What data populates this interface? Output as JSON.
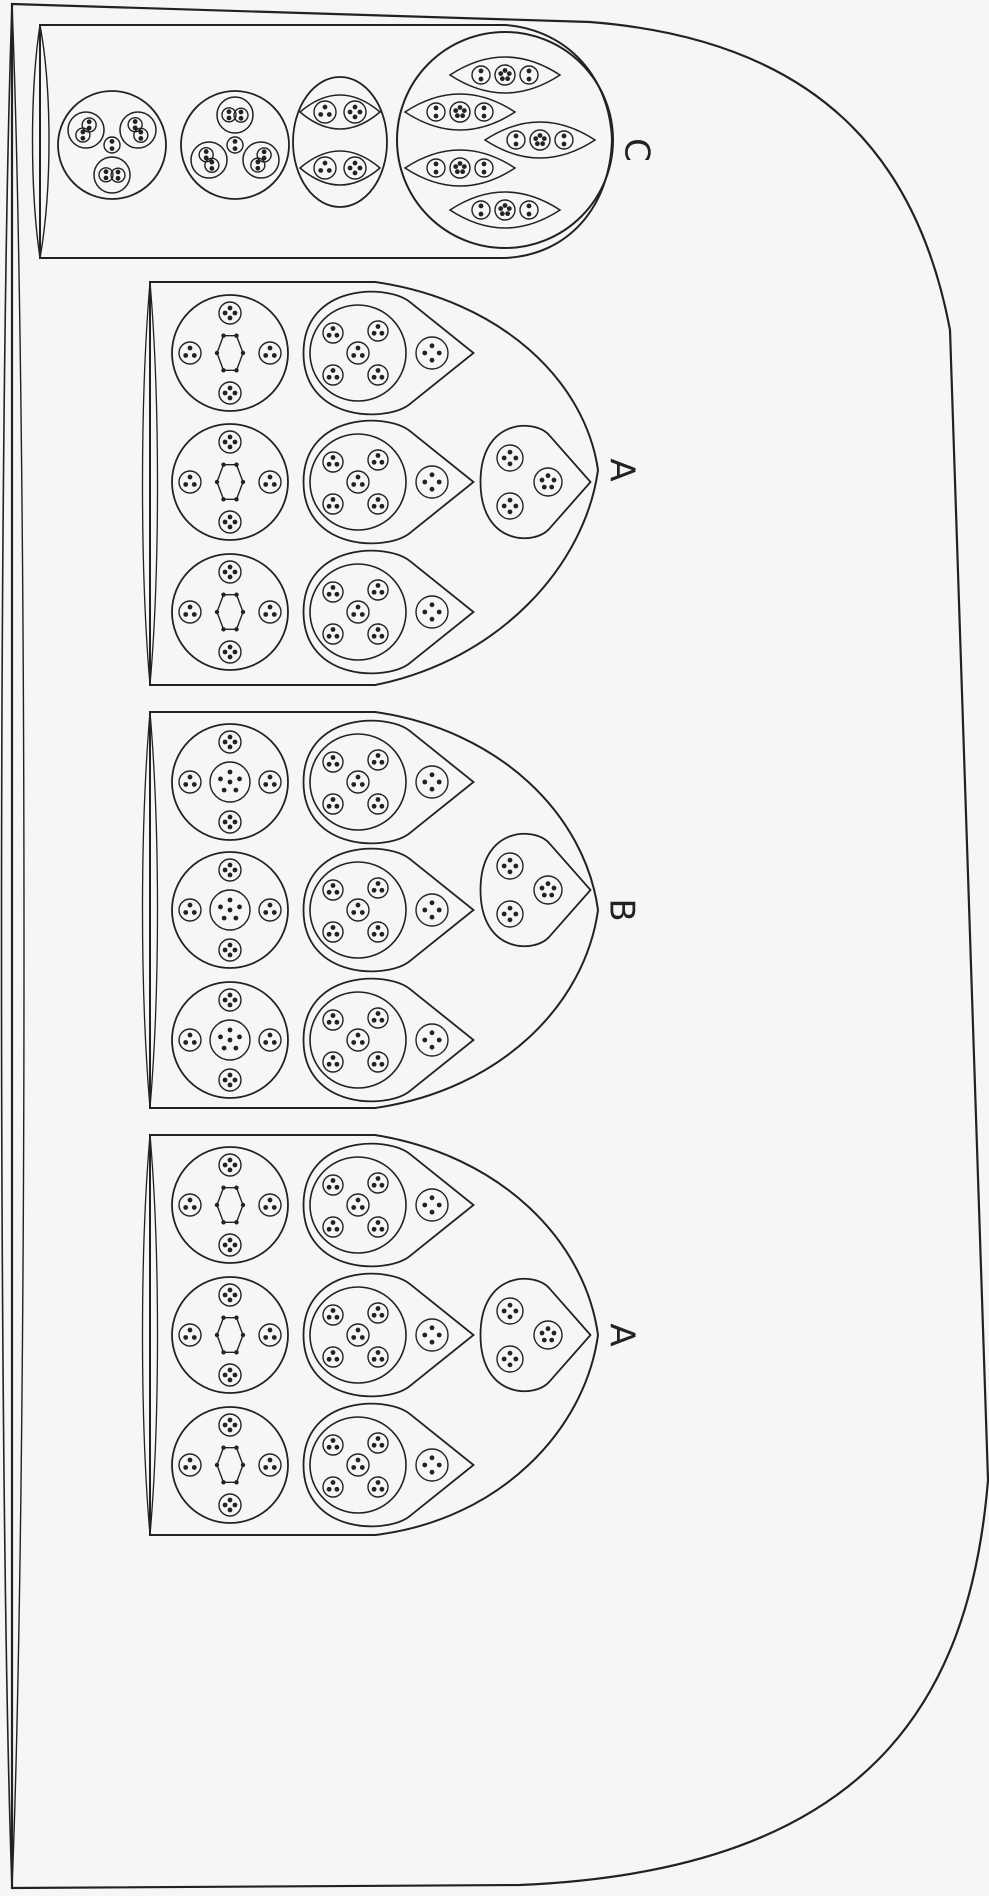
{
  "diagram": {
    "colors": {
      "ink": "#222222",
      "paper": "#f6f6f4"
    },
    "sections": [
      {
        "id": "A-top",
        "label": "A",
        "compound": "hexagon-ring"
      },
      {
        "id": "B",
        "label": "B",
        "compound": "central-group"
      },
      {
        "id": "A-bottom",
        "label": "A",
        "compound": "hexagon-ring"
      },
      {
        "id": "C",
        "label": "C",
        "compound": "nested-ellipses"
      }
    ]
  }
}
